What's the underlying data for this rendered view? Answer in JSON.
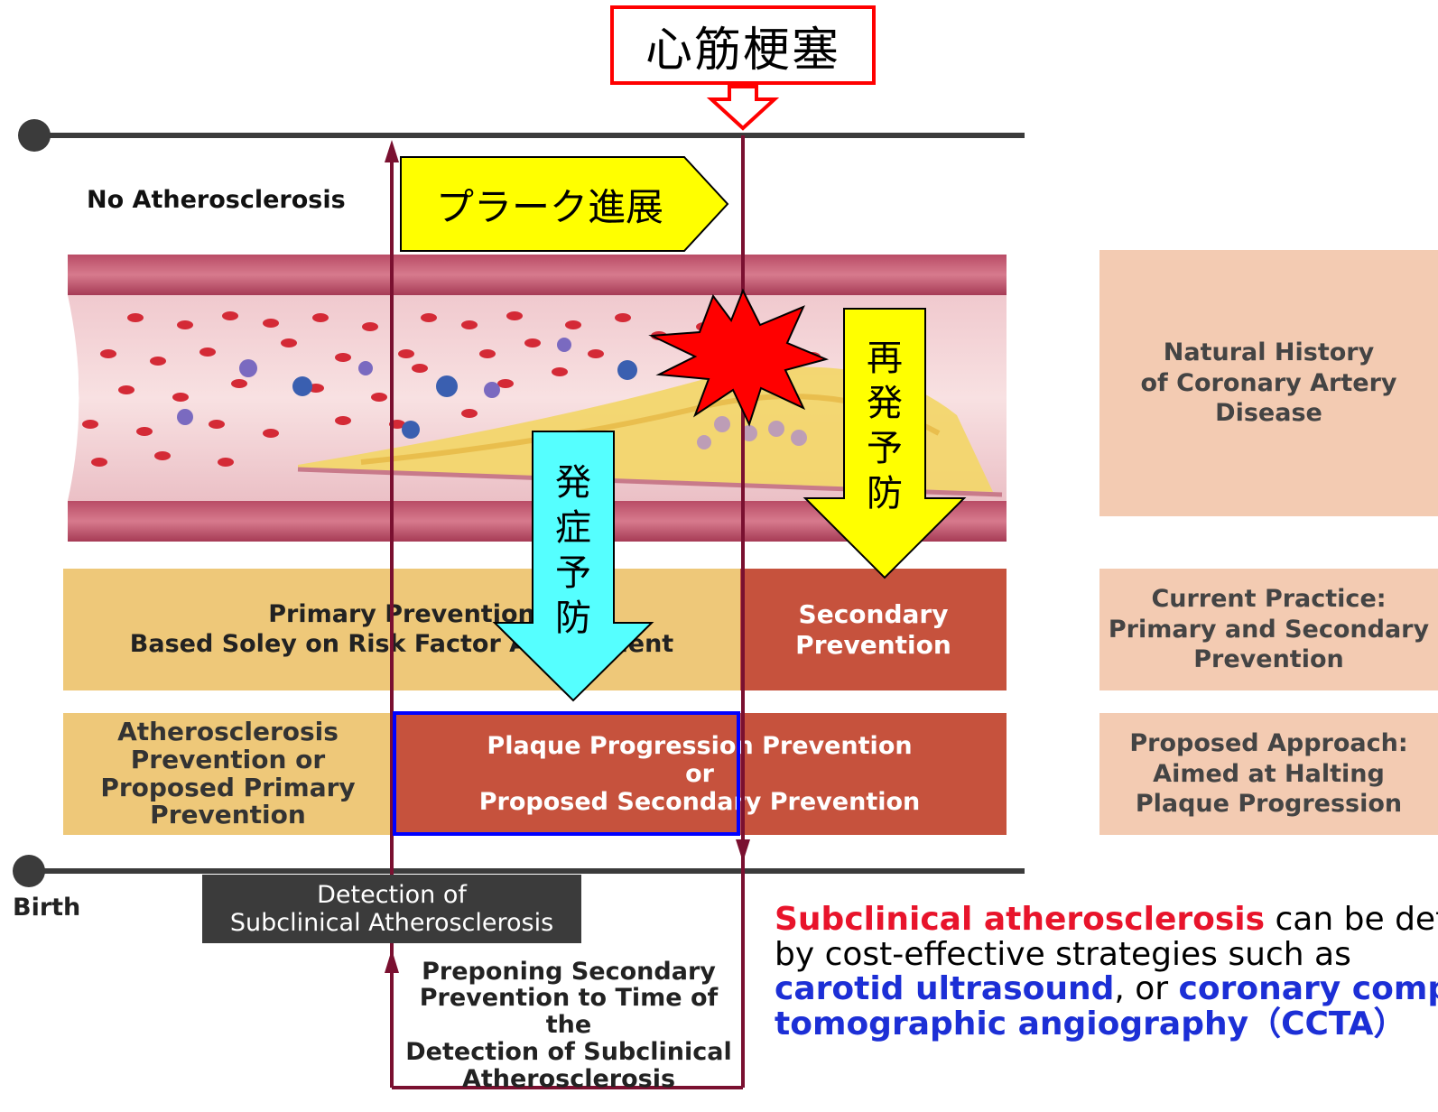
{
  "header": {
    "mi_label": "心筋梗塞"
  },
  "timeline": {
    "top_label": "No Atherosclerosis",
    "birth_label": "Birth"
  },
  "arrows": {
    "plaque_progression": "プラーク進展",
    "primary_onset_prevention": [
      "発",
      "症",
      "予",
      "防"
    ],
    "recurrence_prevention": [
      "再",
      "発",
      "予",
      "防"
    ]
  },
  "panels": {
    "primary_prevention": [
      "Primary Prevention",
      "Based Soley on Risk Factor Assessment"
    ],
    "secondary_prevention": [
      "Secondary",
      "Prevention"
    ],
    "atherosclerosis_prevention": [
      "Atherosclerosis",
      "Prevention or",
      "Proposed Primary",
      "Prevention"
    ],
    "plaque_prevention": [
      "Plaque Progression Prevention",
      "or",
      "Proposed Secondary Prevention"
    ]
  },
  "side_labels": {
    "natural_history": [
      "Natural History",
      "of Coronary Artery",
      "Disease"
    ],
    "current_practice": [
      "Current Practice:",
      "Primary and Secondary",
      "Prevention"
    ],
    "proposed_approach": [
      "Proposed Approach:",
      "Aimed at Halting",
      "Plaque Progression"
    ]
  },
  "detection": [
    "Detection of",
    "Subclinical Atherosclerosis"
  ],
  "preponing": [
    "Preponing Secondary",
    "Prevention to Time of the",
    "Detection of Subclinical",
    "Atherosclerosis"
  ],
  "footnote": {
    "term_subclinical": "Subclinical atherosclerosis",
    "text_1": " can be detected",
    "text_2": "by cost-effective strategies such as",
    "term_carotid": "carotid  ultrasound",
    "text_3": ", or ",
    "term_coronary": "coronary computed",
    "term_tomographic": "tomographic angiography",
    "term_ccta": "（CCTA）"
  },
  "colors": {
    "timeline": "#3b3b3b",
    "marker_line": "#7a1030",
    "yellow_arrow": "#ffff00",
    "cyan_arrow": "#55ffff",
    "red_box": "#ff0000",
    "blue_box": "#0000ff",
    "primary_panel": "#eec879",
    "secondary_panel": "#c6523d",
    "side_panel": "#f3cbb2"
  }
}
